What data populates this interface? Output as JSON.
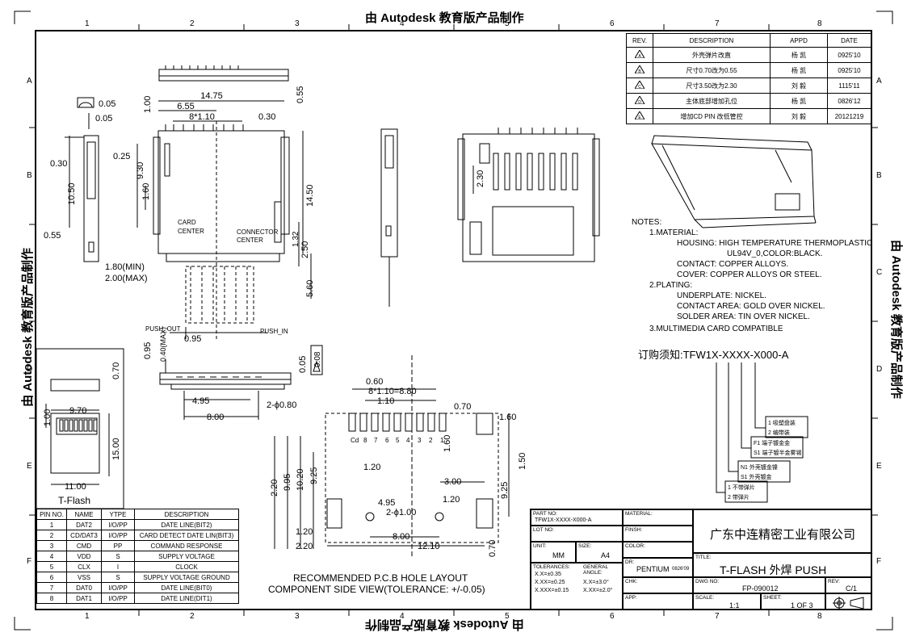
{
  "watermark": "由 Autodesk 教育版产品制作",
  "zones": {
    "columns": [
      "1",
      "2",
      "3",
      "4",
      "5",
      "6",
      "7",
      "8"
    ],
    "rows": [
      "A",
      "B",
      "C",
      "D",
      "E",
      "F"
    ]
  },
  "revision_table": {
    "headers": [
      "REV.",
      "DESCRIPTION",
      "APPD",
      "DATE"
    ],
    "rows": [
      {
        "rev": "A",
        "description": "外壳弹片改直",
        "appd": "杨 凯",
        "date": "0925'10"
      },
      {
        "rev": "B",
        "description": "尺寸0.70改为0.55",
        "appd": "杨 凯",
        "date": "0925'10"
      },
      {
        "rev": "C",
        "description": "尺寸3.50改为2.30",
        "appd": "刘 毅",
        "date": "1115'11"
      },
      {
        "rev": "D",
        "description": "主体底部增加孔位",
        "appd": "杨 凯",
        "date": "0826'12"
      },
      {
        "rev": "E",
        "description": "增加CD PIN 改低管控",
        "appd": "刘 毅",
        "date": "20121219"
      }
    ]
  },
  "notes": {
    "heading": "NOTES:",
    "lines": [
      "1.MATERIAL:",
      "HOUSING: HIGH TEMPERATURE THERMOPLASTIC",
      "UL94V_0,COLOR:BLACK.",
      "CONTACT: COPPER ALLOYS.",
      "COVER: COPPER ALLOYS OR STEEL.",
      "2.PLATING:",
      "UNDERPLATE: NICKEL.",
      "CONTACT AREA: GOLD OVER NICKEL.",
      "SOLDER AREA: TIN OVER NICKEL.",
      "3.MULTIMEDIA CARD COMPATIBLE"
    ]
  },
  "order_code": {
    "label": "订购须知:TFW1X-XXXX-X000-A",
    "options": [
      {
        "a": "1 吸塑盘装",
        "b": "2 编带装"
      },
      {
        "a": "F1 端子镀金金",
        "b": "S1 端子镀半金雾锡"
      },
      {
        "a": "N1 外壳镀金镍",
        "b": "S1 外壳镀金"
      },
      {
        "a": "1 不带弹片",
        "b": "2 带弹片"
      }
    ]
  },
  "pin_table": {
    "headers": [
      "PIN NO.",
      "NAME",
      "YTPE",
      "DESCRIPTION"
    ],
    "rows": [
      [
        "1",
        "DAT2",
        "I/O/PP",
        "DATE LINE(BIT2)"
      ],
      [
        "2",
        "CD/DAT3",
        "I/O/PP",
        "CARD DETECT DATE LIN(BIT3)"
      ],
      [
        "3",
        "CMD",
        "PP",
        "COMMAND RESPONSE"
      ],
      [
        "4",
        "VDD",
        "S",
        "SUPPLY VOLTAGE"
      ],
      [
        "5",
        "CLX",
        "I",
        "CLOCK"
      ],
      [
        "6",
        "VSS",
        "S",
        "SUPPLY VOLTAGE GROUND"
      ],
      [
        "7",
        "DAT0",
        "I/O/PP",
        "DATE LINE(BIT0)"
      ],
      [
        "8",
        "DAT1",
        "I/O/PP",
        "DATE LINE(DIT1)"
      ]
    ]
  },
  "tflash": {
    "label": "T-Flash",
    "dims": [
      "0.70",
      "9.70",
      "1.00",
      "15.00",
      "11.00"
    ]
  },
  "pcb_layout": {
    "caption_line1": "RECOMMENDED P.C.B HOLE LAYOUT",
    "caption_line2": "COMPONENT SIDE VIEW(TOLERANCE: +/-0.05)",
    "pin_labels": [
      "Cd",
      "8",
      "7",
      "6",
      "5",
      "4",
      "3",
      "2",
      "1"
    ],
    "dims": [
      "0.60",
      "8*1.10=8.80",
      "1.10",
      "0.70",
      "1.60",
      "1.50",
      "1.20",
      "1.60",
      "2.20",
      "9.95",
      "10.20",
      "9.25",
      "3.00",
      "1.20",
      "9.25",
      "4.95",
      "2-ϕ1.00",
      "1.20",
      "8.00",
      "12.10",
      "2.20",
      "0.70"
    ]
  },
  "top_view": {
    "dims": [
      "0.05",
      "0.05",
      "14.75",
      "6.55",
      "8*1.10",
      "0.30",
      "1.00",
      "0.55",
      "0.25",
      "0.30",
      "10.50",
      "9.30",
      "1.60",
      "14.50",
      "0.55",
      "1.32",
      "2.50",
      "5.60",
      "1.80(MIN)",
      "2.00(MAX)",
      "0.95"
    ],
    "labels": [
      "CARD",
      "CENTER",
      "CONNECTOR",
      "CENTER",
      "PUSH_OUT",
      "PUSH_IN"
    ]
  },
  "front_view": {
    "dims": [
      "0.95",
      "0.40(MAX)",
      "0.08",
      "0.05",
      "4.95",
      "2-ϕ0.80",
      "8.00"
    ]
  },
  "bottom_view": {
    "dims": [
      "2.30"
    ]
  },
  "title_block": {
    "part_no_label": "PART NO:",
    "part_no": "TFW1X-XXXX-X000-A",
    "lot_no_label": "LOT NO:",
    "unit_label": "UNIT:",
    "unit": "MM",
    "size_label": "SIZE:",
    "size": "A4",
    "dr_label": "DR:",
    "dr": "PENTIUM",
    "dr_date": "0826'09",
    "tolerances_label": "TOLERANCES:",
    "tolerances": [
      "X.X=±0.35",
      "X.XX=±0.25",
      "X.XXX=±0.15"
    ],
    "general_angle_label": "GENERAL ANGLE:",
    "angles": [
      "X.X=±3.0°",
      "X.XX=±2.0°"
    ],
    "chk_label": "CHK:",
    "app_label": "APP:",
    "material_label": "MATERIAL:",
    "finish_label": "FINSH:",
    "color_label": "COLOR:",
    "company": "广东中连精密工业有限公司",
    "title_label": "TITLE:",
    "title": "T-FLASH  外焊  PUSH",
    "dwg_no_label": "DWG NO:",
    "dwg_no": "FP-090012",
    "rev_label": "REV:",
    "rev": "C/1",
    "scale_label": "SCALE:",
    "scale": "1:1",
    "sheet_label": "SHEET:",
    "sheet": "1 OF 3"
  }
}
